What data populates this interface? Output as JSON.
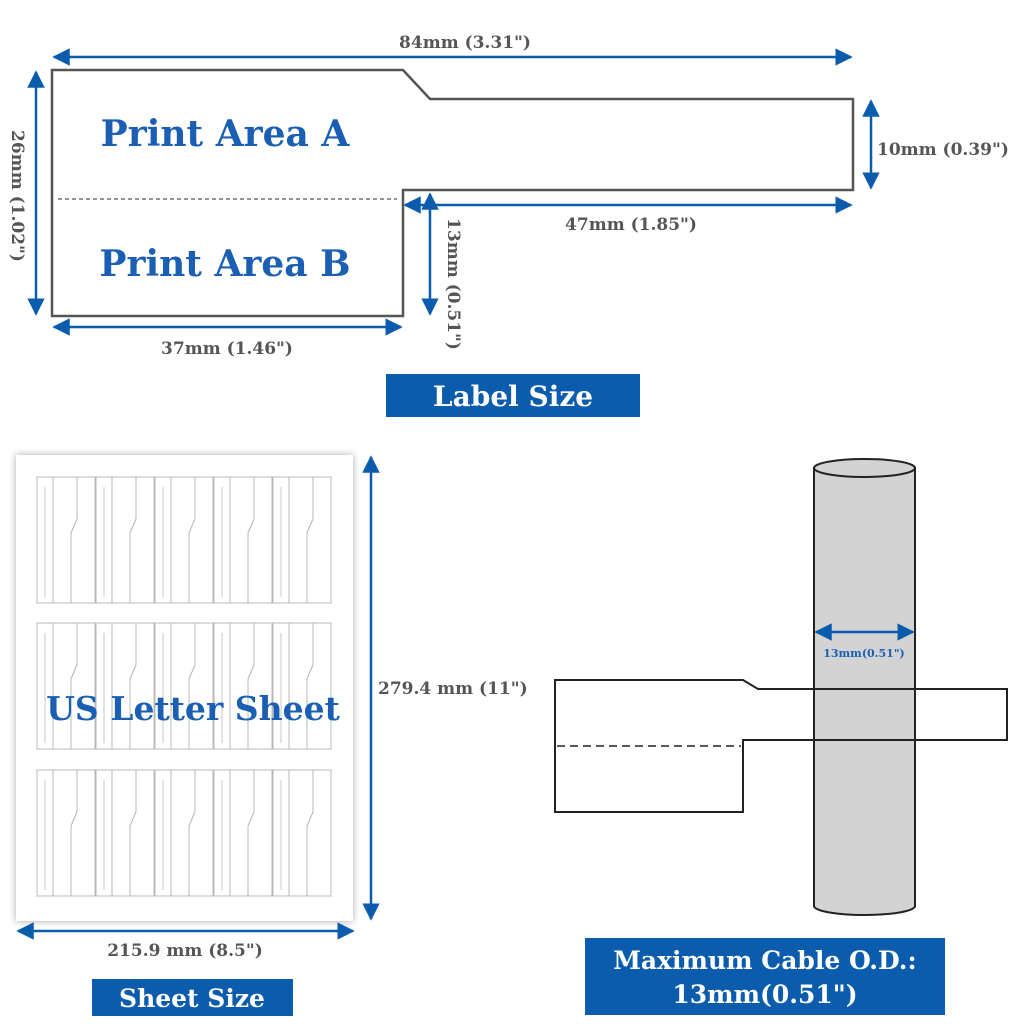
{
  "label_size": {
    "width_total": "84mm (3.31\")",
    "height_total": "26mm (1.02\")",
    "tail_height": "10mm (0.39\")",
    "tail_length": "47mm (1.85\")",
    "body_height_b": "13mm (0.51\")",
    "body_width": "37mm (1.46\")",
    "print_area_a": "Print Area A",
    "print_area_b": "Print Area B",
    "badge": "Label Size"
  },
  "sheet": {
    "title": "US Letter Sheet",
    "height": "279.4 mm (11\")",
    "width": "215.9 mm (8.5\")",
    "badge": "Sheet Size"
  },
  "cable": {
    "diameter": "13mm(0.51\")",
    "badge_line1": "Maximum Cable O.D.:",
    "badge_line2": "13mm(0.51\")"
  },
  "colors": {
    "accent": "#0b5cad",
    "label_text": "#1a5fb4",
    "dimension_text": "#555555",
    "cable_fill": "#d3d3d3"
  }
}
